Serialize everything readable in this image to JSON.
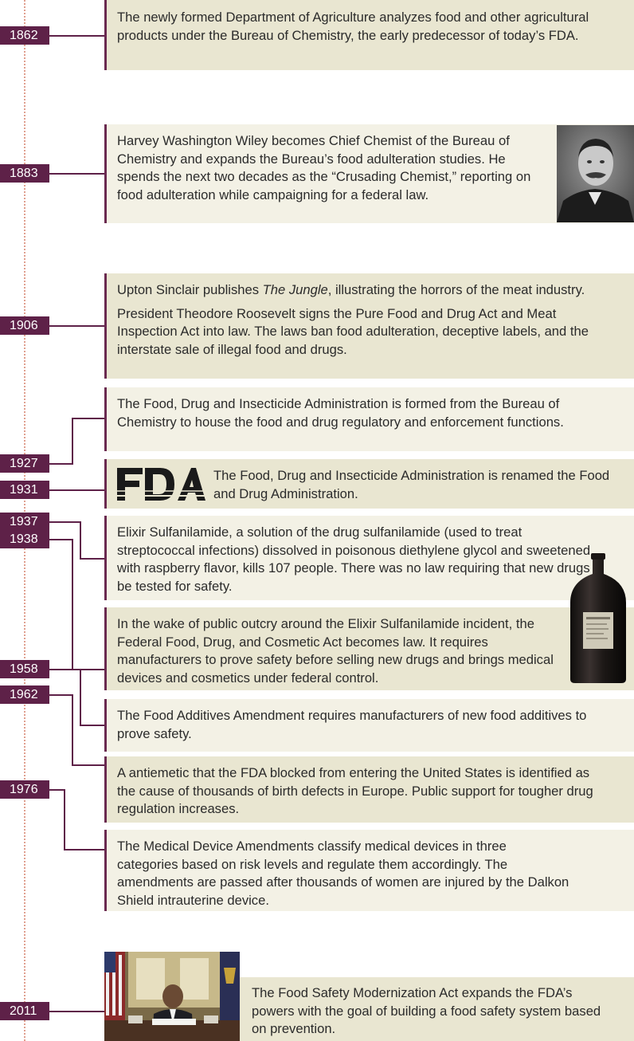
{
  "entries": [
    {
      "year": "1862",
      "text": "The newly formed Department of Agriculture analyzes food and other agricultural products under the Bureau of Chemistry, the early predecessor of today’s FDA."
    },
    {
      "year": "1883",
      "text": "Harvey Washington Wiley becomes Chief Chemist of the Bureau of Chemistry and expands the Bureau’s food adulteration studies. He spends the next two decades as the “Crusading Chemist,” reporting on food adulteration while campaigning for a federal law."
    },
    {
      "year": "1906",
      "text_a": "Upton Sinclair publishes ",
      "text_title": "The Jungle",
      "text_b": ", illustrating the horrors of the meat industry.",
      "text2": "President Theodore Roosevelt signs the Pure Food and Drug Act and Meat Inspection Act into law. The laws ban food adulteration, deceptive labels, and the interstate sale of illegal food and drugs."
    },
    {
      "year": "1927",
      "text": "The Food, Drug and Insecticide Administration is formed from the Bureau of Chemistry to house the food and drug regulatory and enforcement functions."
    },
    {
      "year": "1931",
      "text": "The Food, Drug and Insecticide Administration is renamed the Food and Drug Administration.",
      "logo": "FDA"
    },
    {
      "year": "1937",
      "text": "Elixir Sulfanilamide, a solution of the drug sulfanilamide (used to treat streptococcal infections) dissolved in poisonous diethylene glycol and sweetened with raspberry flavor, kills 107 people. There was no law requiring that new drugs be tested for safety."
    },
    {
      "year": "1938",
      "text": "In the wake of public outcry around the Elixir Sulfanilamide incident, the Federal Food, Drug, and Cosmetic Act becomes law. It requires manufacturers to prove safety before selling new drugs and brings medical devices and cosmetics under federal control."
    },
    {
      "year": "1958",
      "text": "The Food Additives Amendment requires manufacturers of new food additives to prove safety."
    },
    {
      "year": "1962",
      "text": "A antiemetic that the FDA blocked from entering the United States is identified as the cause of thousands of birth defects in Europe. Public support for tougher drug regulation increases."
    },
    {
      "year": "1976",
      "text": "The Medical Device Amendments classify medical devices in three categories based on risk levels and regulate them accordingly. The amendments are passed after thousands of women are injured by the Dalkon Shield intrauterine device."
    },
    {
      "year": "2011",
      "text": "The Food Safety Modernization Act expands the FDA’s powers with the goal of building a food safety system based on prevention."
    }
  ],
  "colors": {
    "year_bg": "#5e2148",
    "card_dark": "#e9e6d1",
    "card_light": "#f3f1e5",
    "dots": "#e0a090"
  },
  "images": [
    "wiley-portrait",
    "elixir-bottle",
    "oval-office-signing",
    "fda-logo"
  ]
}
